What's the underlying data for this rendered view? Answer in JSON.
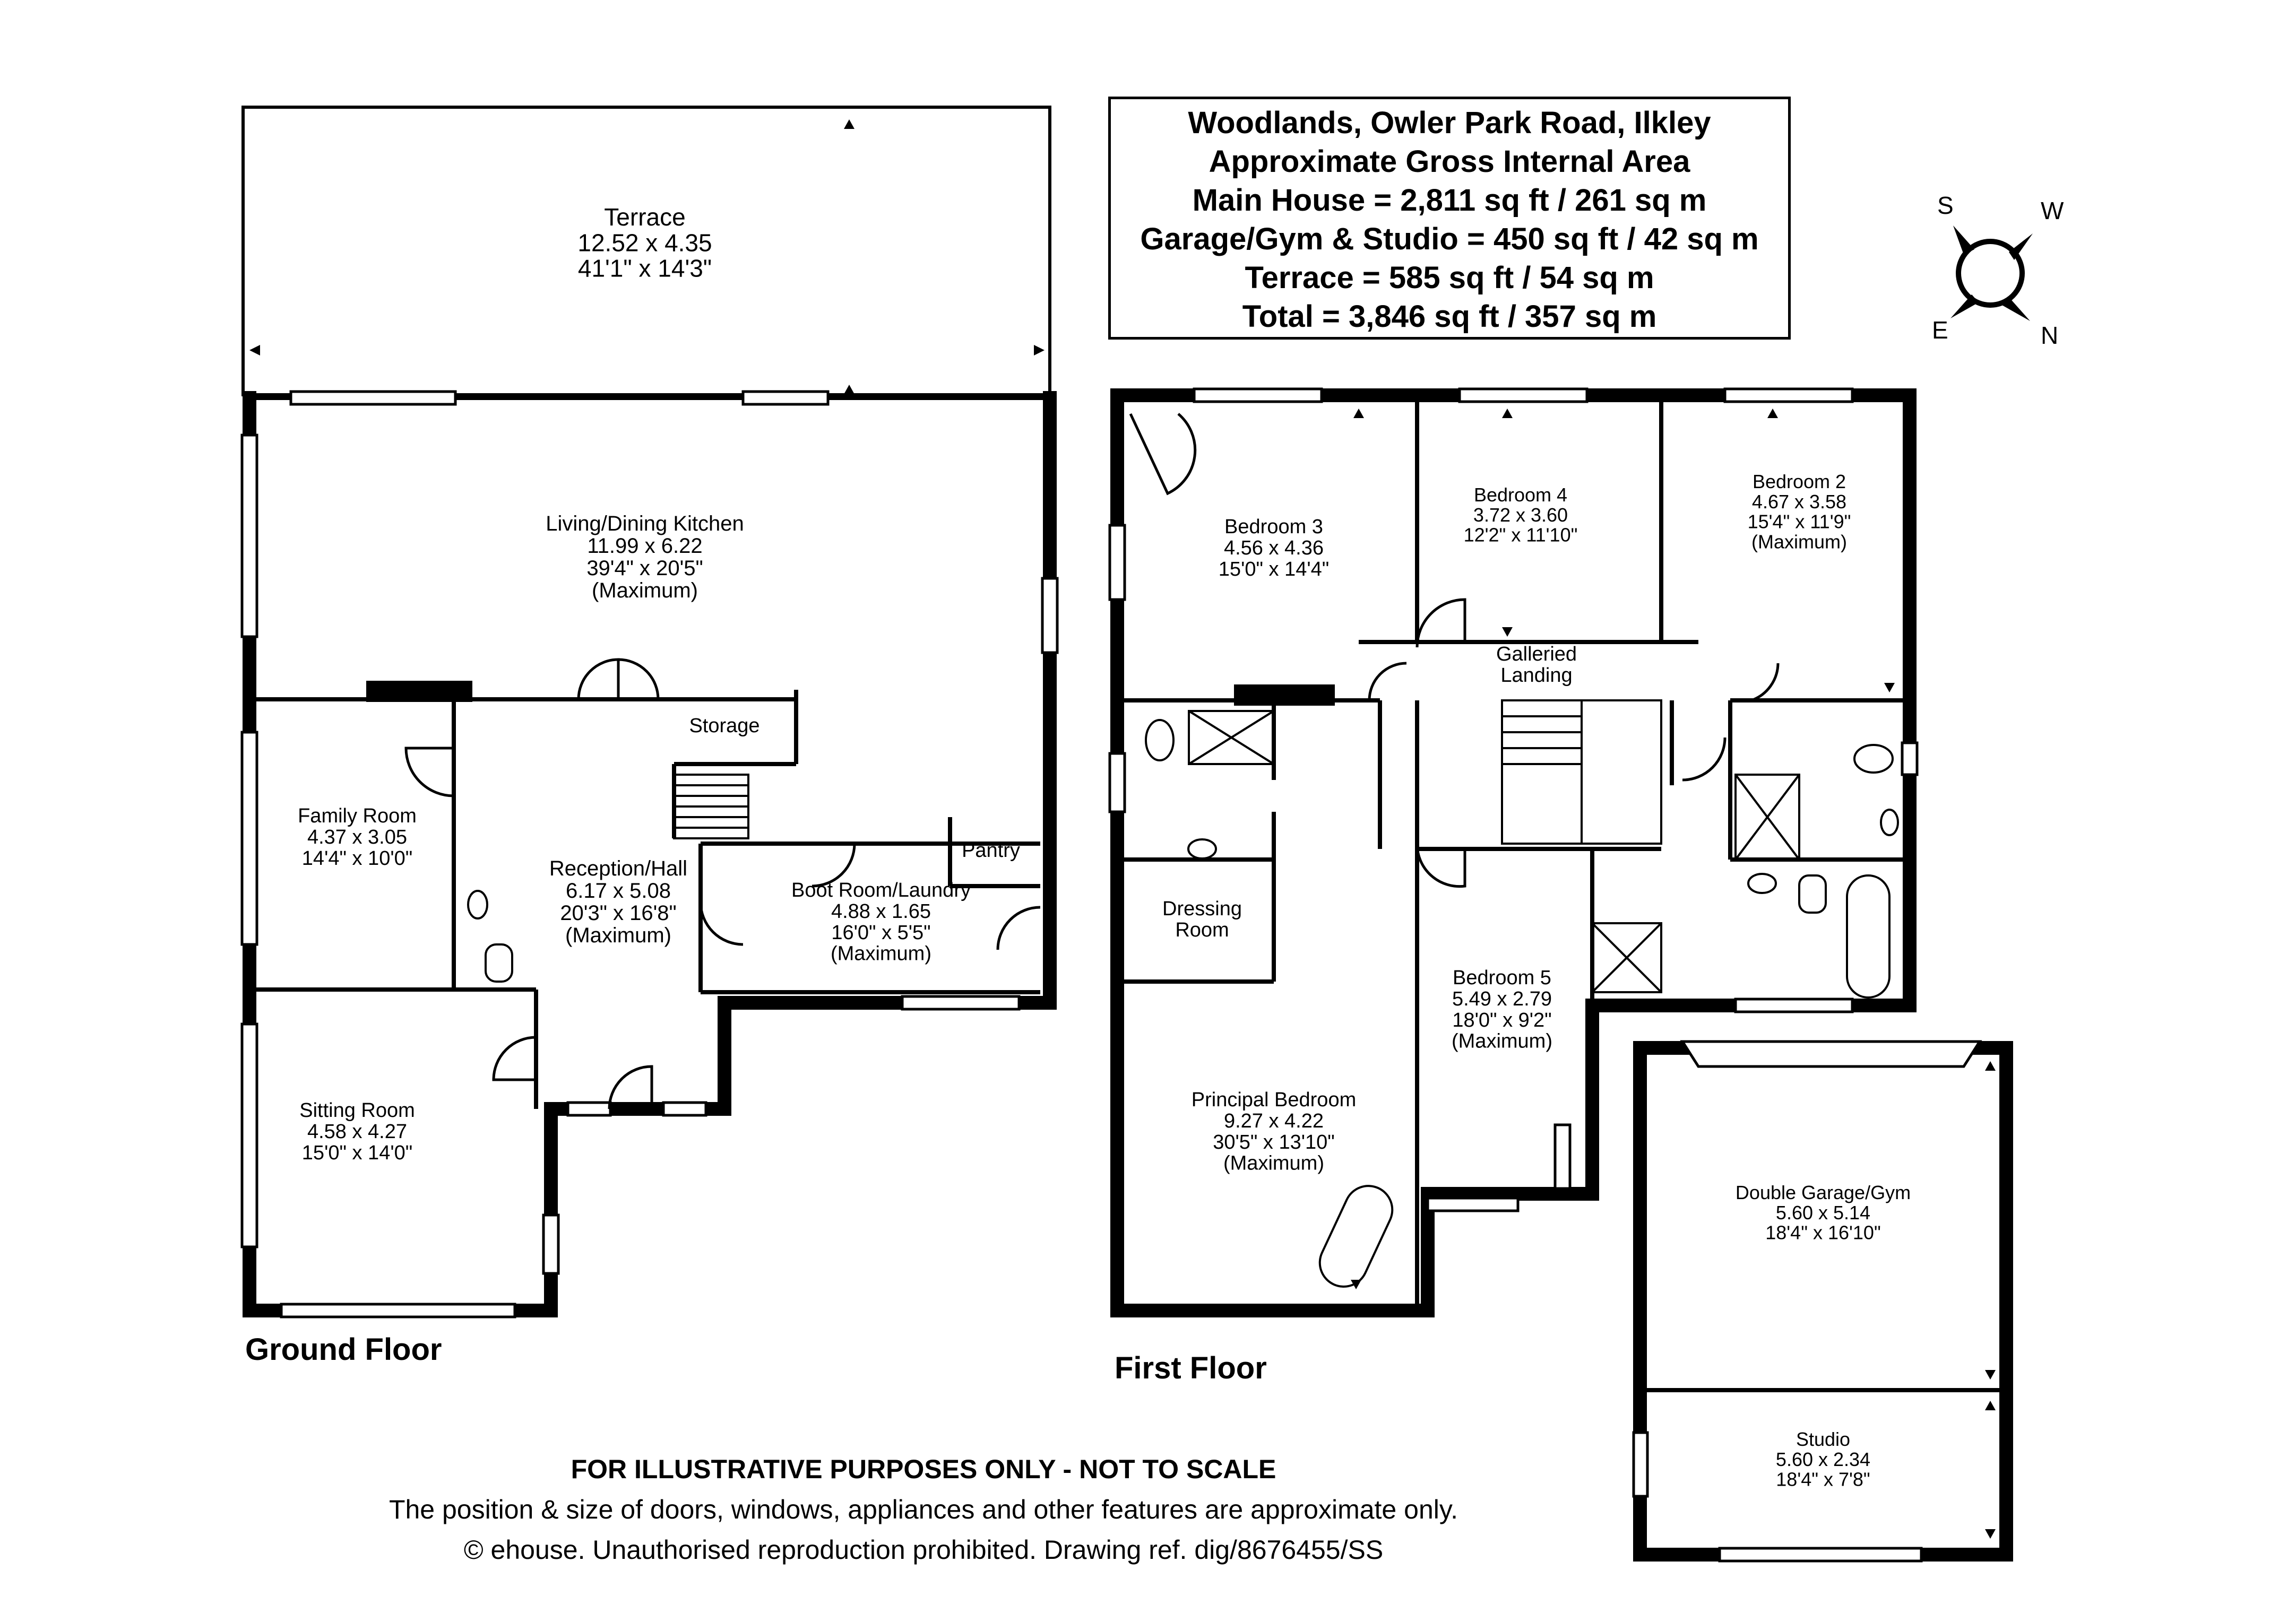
{
  "title": {
    "property": "Woodlands, Owler Park Road, Ilkley",
    "subtitle": "Approximate Gross Internal Area",
    "main_house": "Main House = 2,811 sq ft / 261 sq m",
    "garage": "Garage/Gym & Studio = 450 sq ft / 42 sq m",
    "terrace": "Terrace = 585 sq ft / 54 sq m",
    "total": "Total = 3,846 sq ft / 357 sq m"
  },
  "compass": {
    "s": "S",
    "w": "W",
    "e": "E",
    "n": "N"
  },
  "floors": {
    "ground": "Ground Floor",
    "first": "First Floor"
  },
  "rooms": {
    "terrace": [
      "Terrace",
      "12.52 x 4.35",
      "41'1\" x 14'3\""
    ],
    "living": [
      "Living/Dining Kitchen",
      "11.99 x 6.22",
      "39'4\" x 20'5\"",
      "(Maximum)"
    ],
    "storage": [
      "Storage"
    ],
    "family": [
      "Family Room",
      "4.37 x 3.05",
      "14'4\" x 10'0\""
    ],
    "reception": [
      "Reception/Hall",
      "6.17 x 5.08",
      "20'3\" x 16'8\"",
      "(Maximum)"
    ],
    "boot": [
      "Boot Room/Laundry",
      "4.88 x 1.65",
      "16'0\" x 5'5\"",
      "(Maximum)"
    ],
    "pantry": [
      "Pantry"
    ],
    "sitting": [
      "Sitting Room",
      "4.58 x 4.27",
      "15'0\" x 14'0\""
    ],
    "bed3": [
      "Bedroom 3",
      "4.56 x 4.36",
      "15'0\" x 14'4\""
    ],
    "bed4": [
      "Bedroom 4",
      "3.72 x 3.60",
      "12'2\" x 11'10\""
    ],
    "bed2": [
      "Bedroom 2",
      "4.67 x 3.58",
      "15'4\" x 11'9\"",
      "(Maximum)"
    ],
    "landing": [
      "Galleried",
      "Landing"
    ],
    "dressing": [
      "Dressing",
      "Room"
    ],
    "bed5": [
      "Bedroom 5",
      "5.49 x 2.79",
      "18'0\" x 9'2\"",
      "(Maximum)"
    ],
    "principal": [
      "Principal Bedroom",
      "9.27 x 4.22",
      "30'5\" x 13'10\"",
      "(Maximum)"
    ],
    "garage": [
      "Double Garage/Gym",
      "5.60 x 5.14",
      "18'4\" x 16'10\""
    ],
    "studio": [
      "Studio",
      "5.60 x 2.34",
      "18'4\" x 7'8\""
    ]
  },
  "footer": {
    "line1": "FOR ILLUSTRATIVE PURPOSES ONLY - NOT TO SCALE",
    "line2": "The position & size of doors, windows, appliances and other features are approximate only.",
    "line3": "© ehouse. Unauthorised reproduction prohibited. Drawing ref. dig/8676455/SS"
  }
}
